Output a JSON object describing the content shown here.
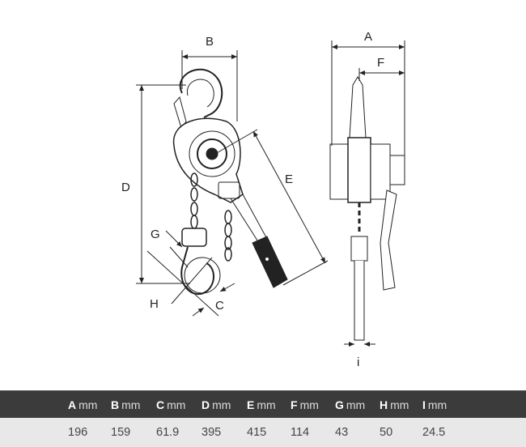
{
  "diagram": {
    "labels": {
      "A": "A",
      "B": "B",
      "C": "C",
      "D": "D",
      "E": "E",
      "F": "F",
      "G": "G",
      "H": "H",
      "i": "i"
    }
  },
  "table": {
    "unit": "mm",
    "columns": [
      {
        "letter": "A",
        "value": "196"
      },
      {
        "letter": "B",
        "value": "159"
      },
      {
        "letter": "C",
        "value": "61.9"
      },
      {
        "letter": "D",
        "value": "395"
      },
      {
        "letter": "E",
        "value": "415"
      },
      {
        "letter": "F",
        "value": "114"
      },
      {
        "letter": "G",
        "value": "43"
      },
      {
        "letter": "H",
        "value": "50"
      },
      {
        "letter": "I",
        "value": "24.5"
      }
    ]
  },
  "colors": {
    "header_bg": "#3b3b3b",
    "row_bg": "#e8e8e8"
  }
}
